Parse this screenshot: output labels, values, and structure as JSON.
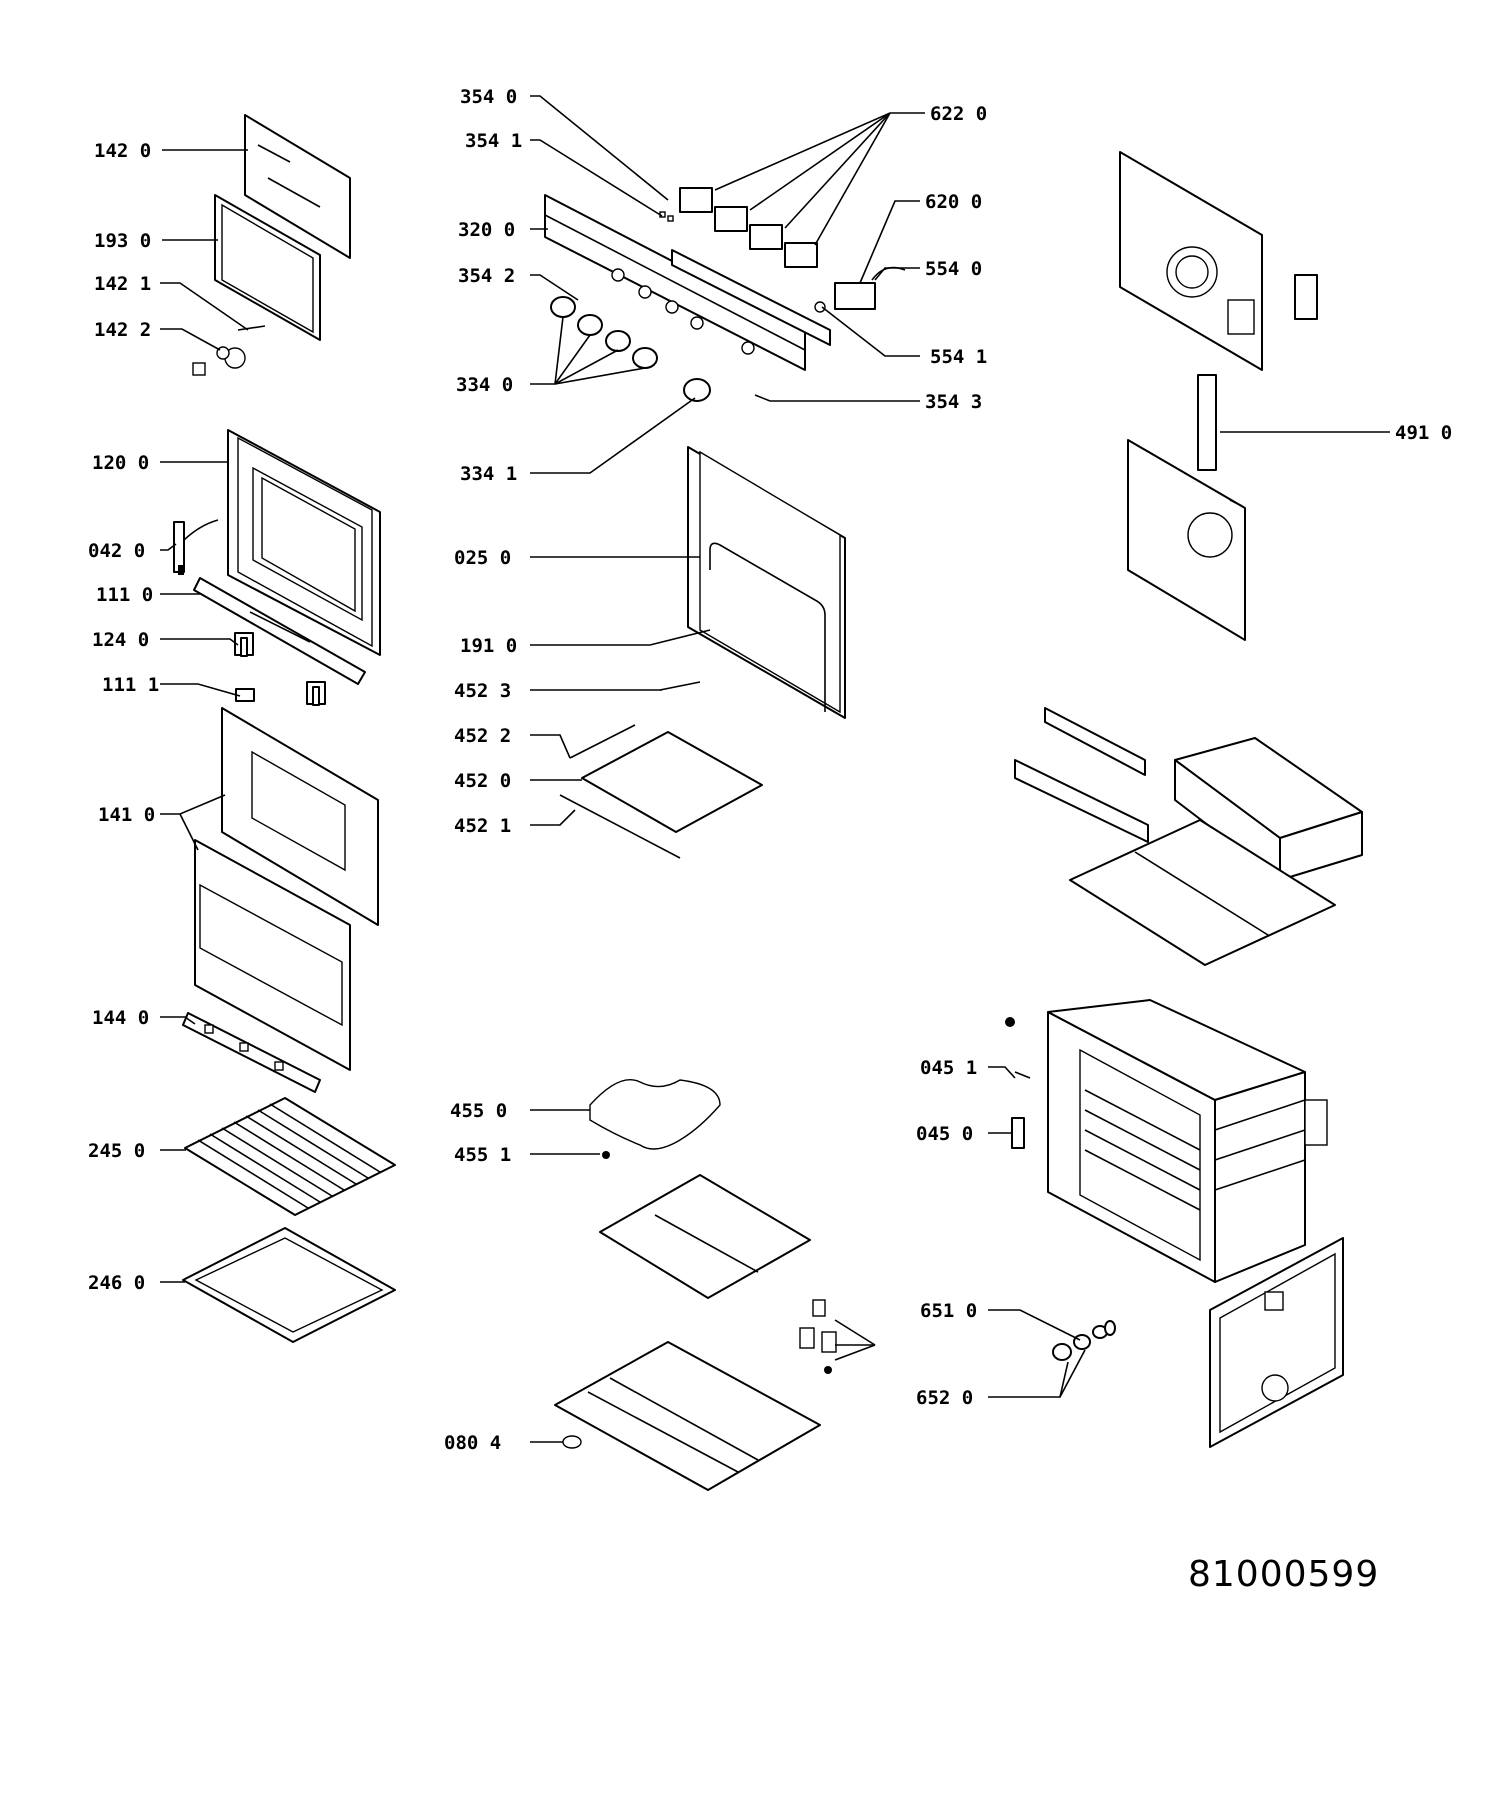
{
  "document_number": "81000599",
  "labels": {
    "l142_0": "142 0",
    "l193_0": "193 0",
    "l142_1": "142 1",
    "l142_2": "142 2",
    "l120_0": "120 0",
    "l042_0": "042 0",
    "l111_0": "111 0",
    "l124_0": "124 0",
    "l111_1": "111 1",
    "l141_0": "141 0",
    "l144_0": "144 0",
    "l245_0": "245 0",
    "l246_0": "246 0",
    "l354_0": "354 0",
    "l354_1": "354 1",
    "l320_0": "320 0",
    "l354_2": "354 2",
    "l334_0": "334 0",
    "l334_1": "334 1",
    "l025_0": "025 0",
    "l191_0": "191 0",
    "l452_3": "452 3",
    "l452_2": "452 2",
    "l452_0": "452 0",
    "l452_1": "452 1",
    "l455_0": "455 0",
    "l455_1": "455 1",
    "l080_4": "080 4",
    "l622_0": "622 0",
    "l620_0": "620 0",
    "l554_0": "554 0",
    "l554_1": "554 1",
    "l354_3": "354 3",
    "l491_0": "491 0",
    "l045_1": "045 1",
    "l045_0": "045 0",
    "l651_0": "651 0",
    "l652_0": "652 0"
  }
}
